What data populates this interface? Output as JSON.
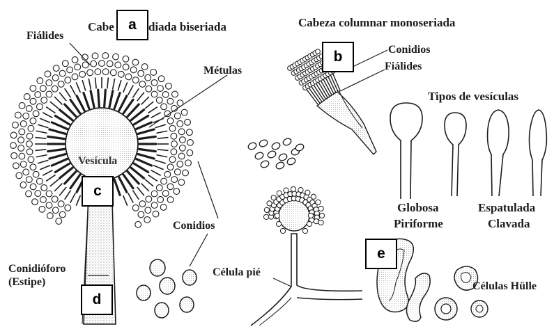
{
  "headings": {
    "biseriate_left": "Cabe",
    "biseriate_right": "diada biseriada",
    "monoseriate": "Cabeza columnar monoseriada",
    "vesicle_types": "Tipos de vesículas"
  },
  "labels": {
    "fialides_left": "Fiálides",
    "metulas": "Métulas",
    "vesicula": "Vesícula",
    "conidios_right": "Conidios",
    "conidioforo_line1": "Conidióforo",
    "conidioforo_line2": "(Estipe)",
    "conidios_top": "Conidios",
    "fialides_top": "Fiálides",
    "globosa": "Globosa",
    "piriforme": "Piriforme",
    "espatulada": "Espatulada",
    "clavada": "Clavada",
    "celula_pie": "Célula pié",
    "celulas_hulle": "Células Hülle"
  },
  "panel_boxes": {
    "a": "a",
    "b": "b",
    "c": "c",
    "d": "d",
    "e": "e"
  },
  "colors": {
    "ink": "#1c1c1c",
    "paper": "#ffffff",
    "stipe_stipple": "#d8d8d8"
  }
}
